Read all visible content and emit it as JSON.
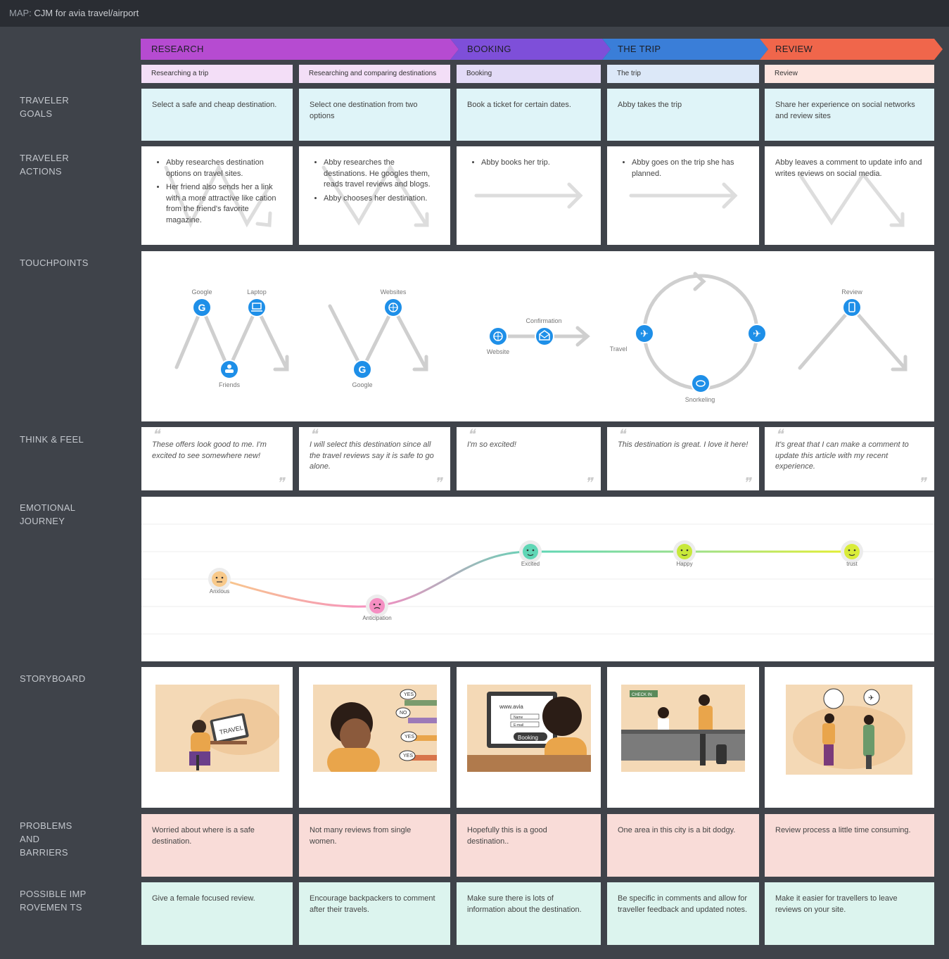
{
  "window": {
    "prefix": "MAP:",
    "title": "CJM for avia travel/airport"
  },
  "stages": [
    {
      "label": "RESEARCH",
      "color": "#b64bd1"
    },
    {
      "label": "BOOKING",
      "color": "#7e4fd9"
    },
    {
      "label": "THE TRIP",
      "color": "#3a7ed8"
    },
    {
      "label": "REVIEW",
      "color": "#f0664b"
    }
  ],
  "substages": [
    "Researching a trip",
    "Researching and comparing destinations",
    "Booking",
    "The trip",
    "Review"
  ],
  "row_labels": {
    "goals": "TRAVELER GOALS",
    "actions": "TRAVELER ACTIONS",
    "touchpoints": "TOUCHPOINTS",
    "think": "THINK & FEEL",
    "emotional": "EMOTIONAL JOURNEY",
    "storyboard": "STORYBOARD",
    "problems": "PROBLEMS AND BARRIERS",
    "improvements": "POSSIBLE IMPROVEMEN TS"
  },
  "goals": [
    "Select a safe and cheap destination.",
    "Select one destination from two options",
    "Book a ticket for certain dates.",
    "Abby takes the trip",
    "Share her experience on social networks and review sites"
  ],
  "actions": [
    [
      "Abby researches destination options on travel sites.",
      "Her friend also sends her a link with a more attractive like cation from the friend's favorite magazine."
    ],
    [
      "Abby researches the destinations. He googles them, reads travel reviews and blogs.",
      "Abby chooses her destination."
    ],
    [
      "Abby books her trip."
    ],
    [
      "Abby goes on the trip she has planned."
    ],
    "Abby leaves a comment to update info and writes reviews on social media."
  ],
  "touchpoints": {
    "google1": "Google",
    "laptop": "Laptop",
    "friends": "Friends",
    "websites": "Websites",
    "google2": "Google",
    "confirmation": "Confirmation",
    "website": "Website",
    "travel": "Travel",
    "snorkeling": "Snorkeling",
    "review": "Review"
  },
  "think_feel": [
    "These offers look good to me. I'm excited to see somewhere new!",
    "I will select this destination since all the travel reviews say it is safe to go alone.",
    "I'm so excited!",
    "This destination is great. I love it here!",
    "It's great that I can make a comment to update this article with my recent experience."
  ],
  "emotions": [
    {
      "label": "Anxious",
      "color": "#f8c98a",
      "level": 2
    },
    {
      "label": "Anticipation",
      "color": "#f58ec2",
      "level": 1
    },
    {
      "label": "Excited",
      "color": "#5fd6b5",
      "level": 3
    },
    {
      "label": "Happy",
      "color": "#c8e83a",
      "level": 3
    },
    {
      "label": "trust",
      "color": "#d9ec3a",
      "level": 3
    }
  ],
  "storyboard": [
    {
      "scene": "laptop-travel",
      "sign": "TRAVEL"
    },
    {
      "scene": "opinions",
      "bubbles": [
        "YES",
        "NO",
        "YES",
        "YES"
      ]
    },
    {
      "scene": "booking-site",
      "url": "www.avia",
      "fields": [
        "Name",
        "E-mail"
      ],
      "button": "Booking"
    },
    {
      "scene": "check-in",
      "sign": "CHECK IN"
    },
    {
      "scene": "sharing"
    }
  ],
  "problems": [
    "Worried about where is a safe destination.",
    "Not many reviews from single women.",
    "Hopefully this is a good destination..",
    "One area in this city is a bit dodgy.",
    "Review process a little time consuming."
  ],
  "improvements": [
    "Give a female focused review.",
    "Encourage backpackers to comment after their travels.",
    "Make sure there is lots of information about the destination.",
    "Be specific in comments and allow for traveller feedback and updated notes.",
    "Make it easier for travellers to leave reviews on your site."
  ]
}
